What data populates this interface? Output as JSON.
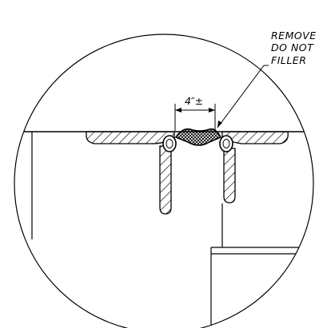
{
  "detail": {
    "dimension_label": "4″±",
    "callout_lines": [
      "REMOVE",
      "DO NOT",
      "FILLER"
    ]
  },
  "colors": {
    "line": "#000000",
    "background": "#ffffff"
  }
}
